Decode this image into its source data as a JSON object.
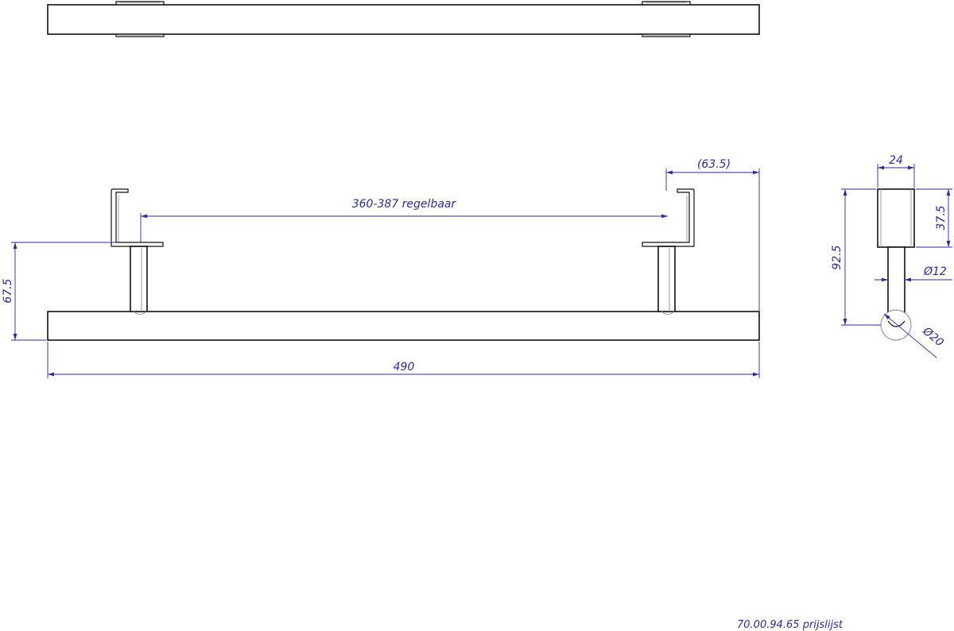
{
  "dimensions": {
    "total_length": "490",
    "adjustable_span": "360-387 regelbaar",
    "bracket_offset": "(63.5)",
    "height_front": "67.5",
    "side_width": "24",
    "side_top": "37.5",
    "side_height": "92.5",
    "rod_diameter": "Ø12",
    "bar_diameter": "Ø20"
  },
  "footer": {
    "reference": "70.00.94.65 prijslijst"
  },
  "colors": {
    "outline": "#111111",
    "dimension": "#2a2aa6"
  }
}
